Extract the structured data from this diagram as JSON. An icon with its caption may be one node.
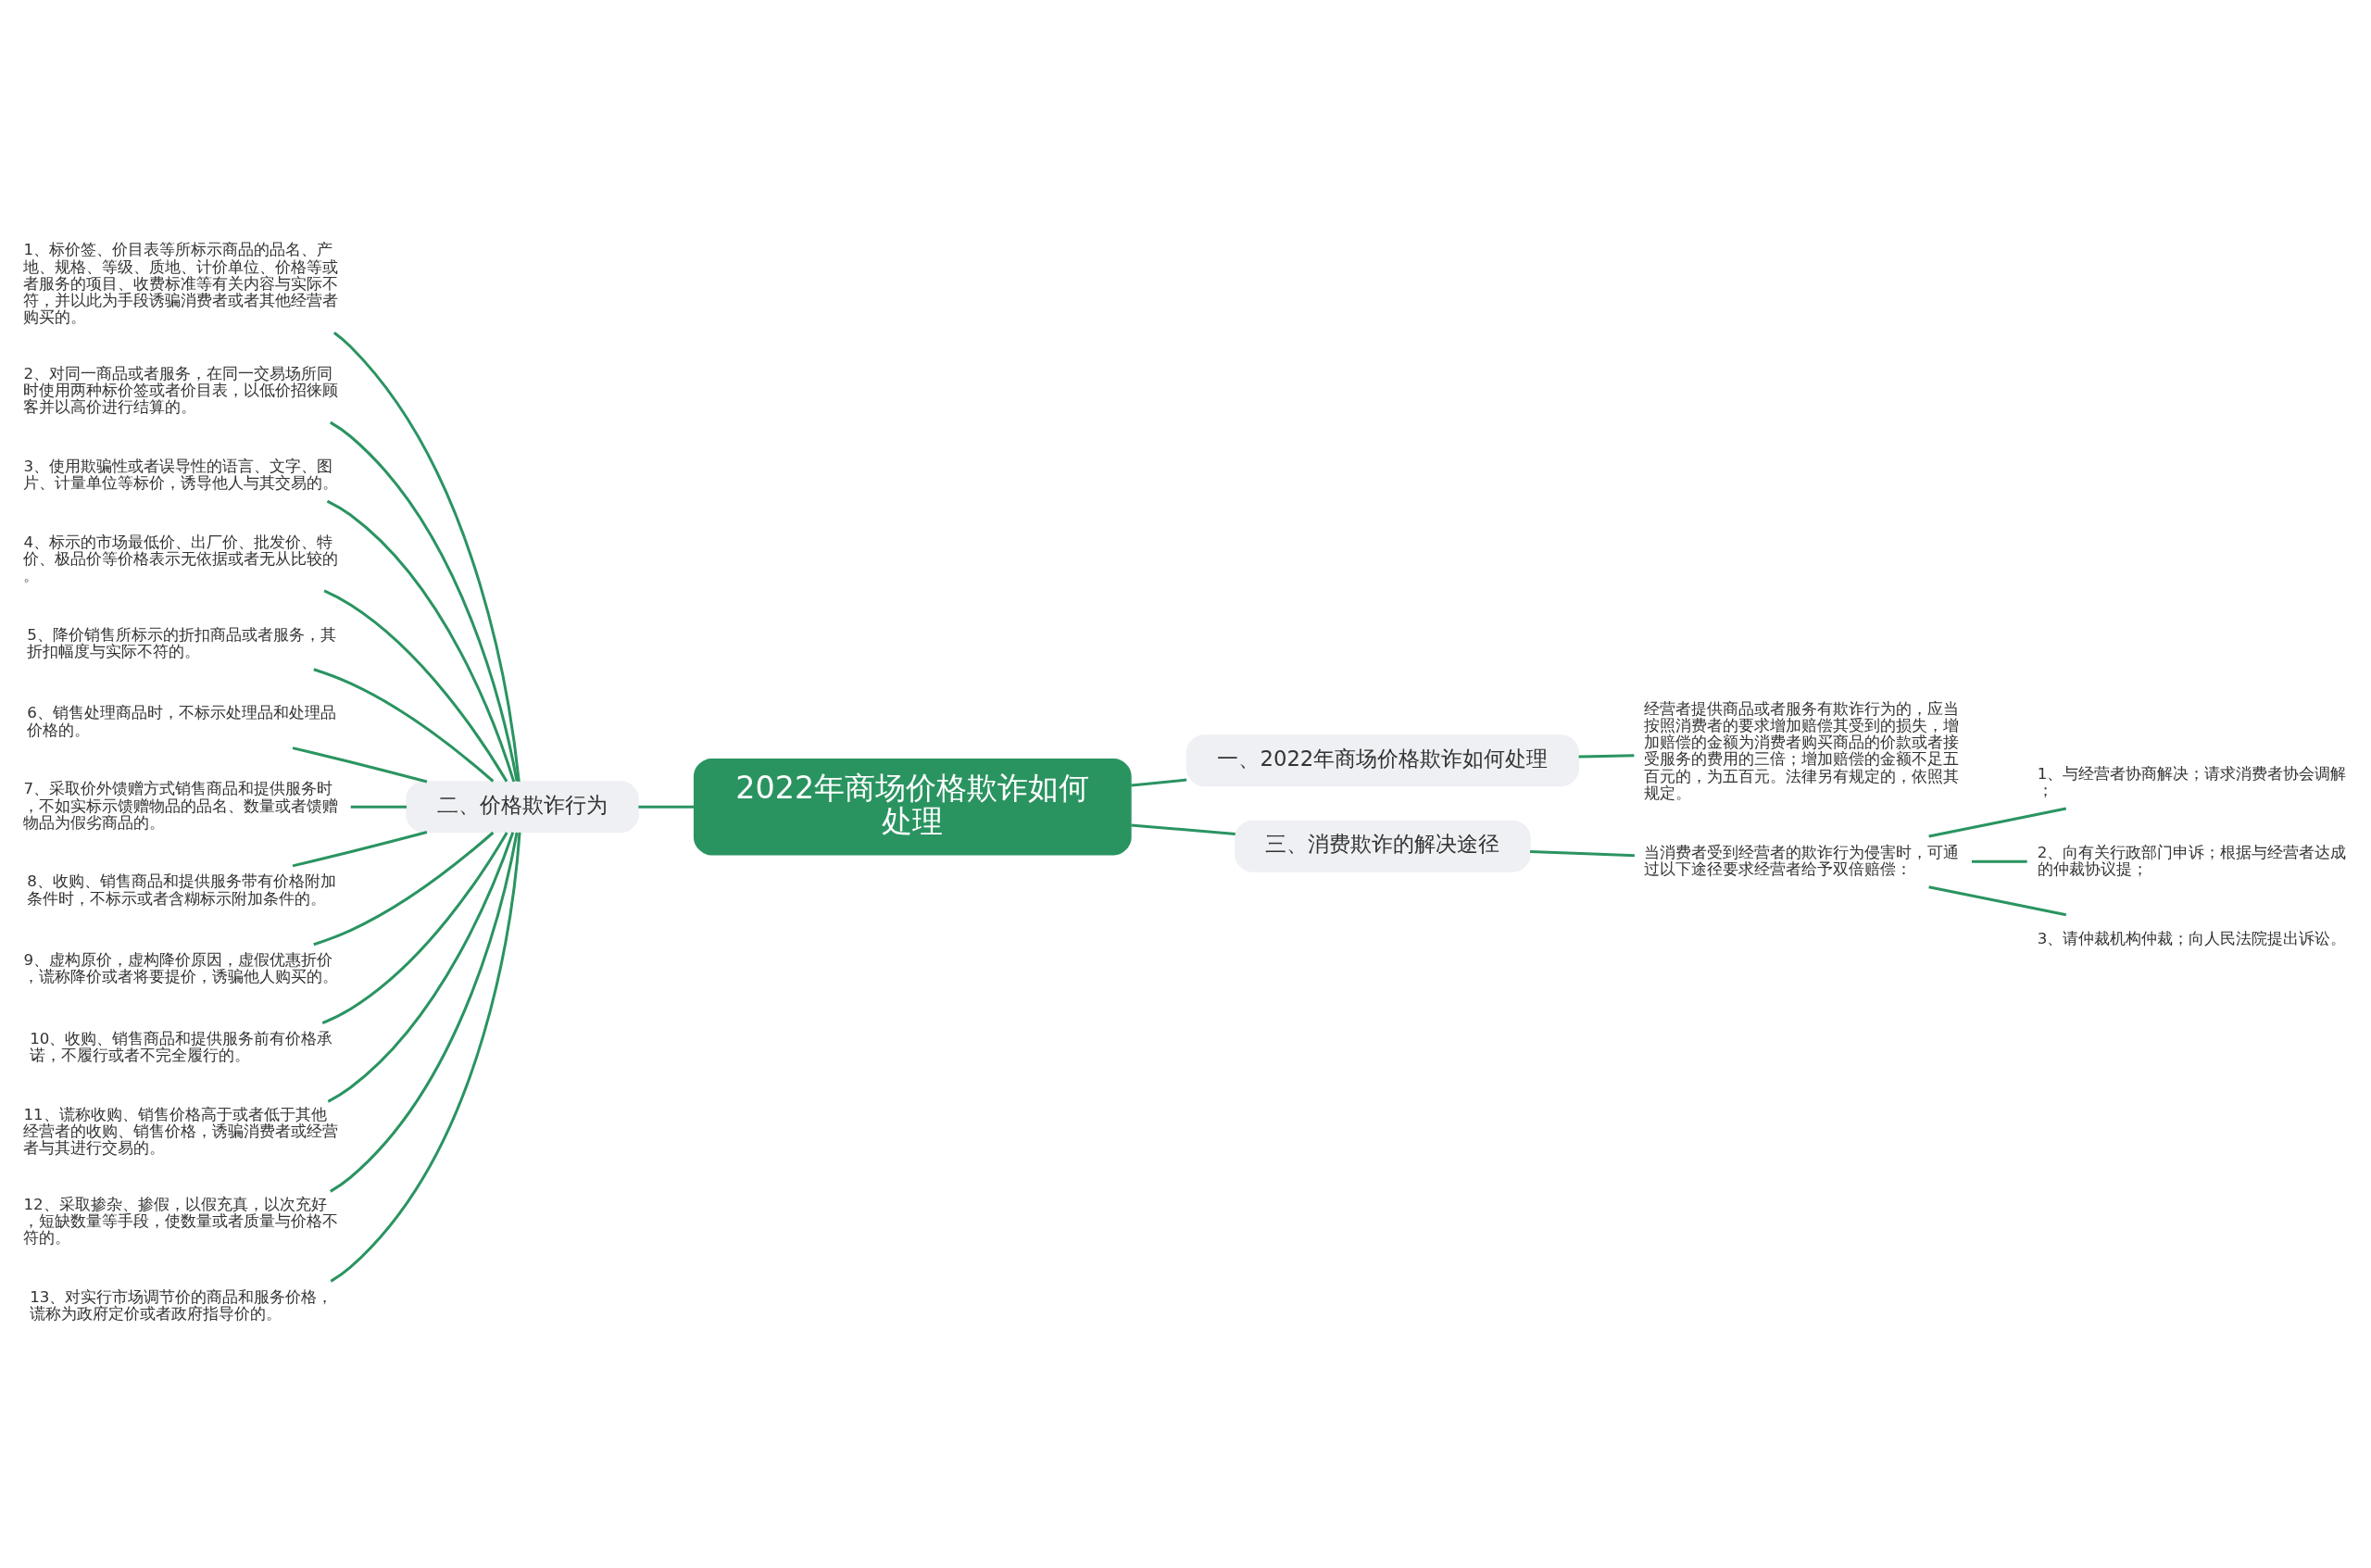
{
  "diagram": {
    "nodes": [
      {
        "text": [
          "2022年商场价格欺诈如何处理"
        ]
      },
      {
        "text": [
          "一、2022年商场价格欺诈如何处理"
        ]
      },
      {
        "text": [
          "经营者提供商品或者服务有欺诈行为的，应当按照消费者的要求增加赔偿其受到的损失，增加赔偿的金额为消费者购买商品的价款或者接受服务的费用的三倍；增加赔偿的金额不足五百元的，为五百元。法律另有规定的，依照其规定。"
        ]
      },
      {
        "text": [
          "二、价格欺诈行为"
        ]
      },
      {
        "text": [
          "1、标价签、价目表等所标示商品的品名、产地、规格、等级、质地、计价单位、价格等或者服务的项目、收费标准等有关内容与实际不符，并以此为手段诱骗消费者或者其他经营者购买的。"
        ]
      },
      {
        "text": [
          "2、对同一商品或者服务，在同一交易场所同时使用两种标价签或者价目表，以低价招徕顾客并以高价进行结算的。"
        ]
      },
      {
        "text": [
          "3、使用欺骗性或者误导性的语言、文字、图片、计量单位等标价，诱导他人与其交易的。"
        ]
      },
      {
        "text": [
          "4、标示的市场最低价、出厂价、批发价、特价、极品价等价格表示无依据或者无从比较的。"
        ]
      },
      {
        "text": [
          "5、降价销售所标示的折扣商品或者服务，其折扣幅度与实际不符的。"
        ]
      },
      {
        "text": [
          "6、销售处理商品时，不标示处理品和处理品价格的。"
        ]
      },
      {
        "text": [
          "7、采取价外馈赠方式销售商品和提供服务时，不如实标示馈赠物品的品名、数量或者馈赠物品为假劣商品的。"
        ]
      },
      {
        "text": [
          "8、收购、销售商品和提供服务带有价格附加条件时，不标示或者含糊标示附加条件的。"
        ]
      },
      {
        "text": [
          "9、虚构原价，虚构降价原因，虚假优惠折价，谎称降价或者将要提价，诱骗他人购买的。"
        ]
      },
      {
        "text": [
          "10、收购、销售商品和提供服务前有价格承诺，不履行或者不完全履行的。"
        ]
      },
      {
        "text": [
          "11、谎称收购、销售价格高于或者低于其他经营者的收购、销售价格，诱骗消费者或经营者与其进行交易的。"
        ]
      },
      {
        "text": [
          "12、采取掺杂、掺假，以假充真，以次充好，短缺数量等手段，使数量或者质量与价格不符的。"
        ]
      },
      {
        "text": [
          "13、对实行市场调节价的商品和服务价格，谎称为政府定价或者政府指导价的。"
        ]
      },
      {
        "text": [
          "三、消费欺诈的解决途径"
        ]
      },
      {
        "text": [
          "当消费者受到经营者的欺诈行为侵害时，可通过以下途径要求经营者给予双倍赔偿："
        ]
      },
      {
        "text": [
          "1、与经营者协商解决；请求消费者协会调解；"
        ]
      },
      {
        "text": [
          "2、向有关行政部门申诉；根据与经营者达成的仲裁协议提；"
        ]
      },
      {
        "text": [
          "3、请仲裁机构仲裁；向人民法院提出诉讼。"
        ]
      }
    ],
    "edges": [
      {
        "from": 0,
        "to": 1,
        "arrow": "none"
      },
      {
        "from": 1,
        "to": 2,
        "arrow": "none"
      },
      {
        "from": 3,
        "to": 0,
        "arrow": "none"
      },
      {
        "from": 4,
        "to": 3,
        "arrow": "none"
      },
      {
        "from": 5,
        "to": 3,
        "arrow": "none"
      },
      {
        "from": 6,
        "to": 3,
        "arrow": "none"
      },
      {
        "from": 7,
        "to": 3,
        "arrow": "none"
      },
      {
        "from": 8,
        "to": 3,
        "arrow": "none"
      },
      {
        "from": 9,
        "to": 3,
        "arrow": "none"
      },
      {
        "from": 10,
        "to": 3,
        "arrow": "none"
      },
      {
        "from": 11,
        "to": 3,
        "arrow": "none"
      },
      {
        "from": 12,
        "to": 3,
        "arrow": "none"
      },
      {
        "from": 13,
        "to": 3,
        "arrow": "none"
      },
      {
        "from": 14,
        "to": 3,
        "arrow": "none"
      },
      {
        "from": 15,
        "to": 3,
        "arrow": "none"
      },
      {
        "from": 16,
        "to": 3,
        "arrow": "none"
      },
      {
        "from": 0,
        "to": 17,
        "arrow": "none"
      },
      {
        "from": 17,
        "to": 18,
        "arrow": "none"
      },
      {
        "from": 18,
        "to": 19,
        "arrow": "none"
      },
      {
        "from": 18,
        "to": 20,
        "arrow": "none"
      },
      {
        "from": 18,
        "to": 21,
        "arrow": "none"
      }
    ]
  }
}
